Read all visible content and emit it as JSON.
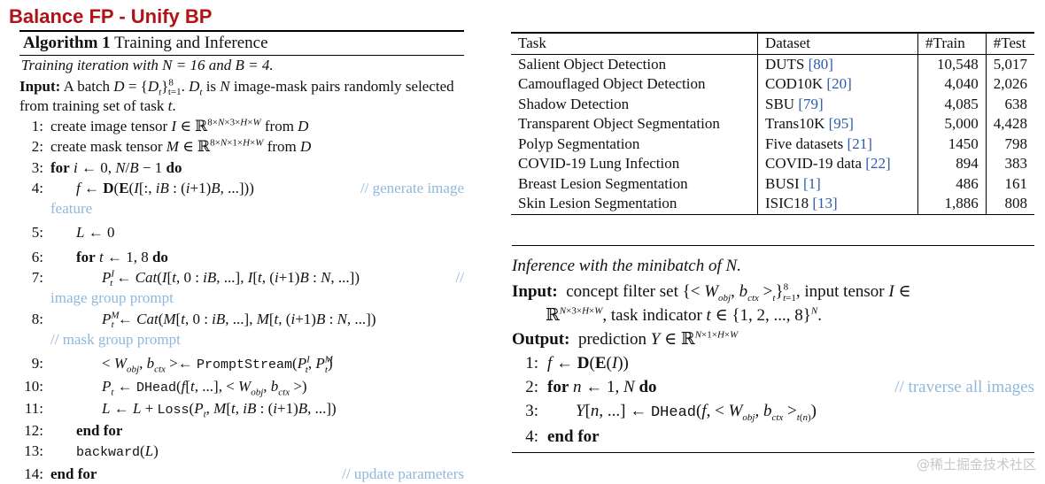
{
  "slide_title": "Balance FP - Unify BP",
  "algorithm": {
    "label": "Algorithm 1",
    "name": "Training and Inference",
    "subtitle": "Training iteration with N = 16 and B = 4.",
    "input_label": "Input:",
    "input_text": "A batch D = {D_t}_{t=1}^8. D_t is N image-mask pairs randomly selected from training set of task t.",
    "steps": [
      {
        "n": "1:",
        "text": "create image tensor I ∈ ℝ^{8×N×3×H×W} from D"
      },
      {
        "n": "2:",
        "text": "create mask tensor M ∈ ℝ^{8×N×1×H×W} from D"
      },
      {
        "n": "3:",
        "text": "for i ← 0, N/B − 1 do"
      },
      {
        "n": "4:",
        "text": "f ← D(E(I[:, iB : (i+1)B, ...]))",
        "comment": "// generate image feature"
      },
      {
        "n": "5:",
        "text": "L ← 0"
      },
      {
        "n": "6:",
        "text": "for t ← 1, 8 do"
      },
      {
        "n": "7:",
        "text": "P_t^I ← Cat(I[t, 0 : iB, ...], I[t, (i+1)B : N, ...])",
        "comment": "// image group prompt"
      },
      {
        "n": "8:",
        "text": "P_t^M ← Cat(M[t, 0 : iB, ...], M[t, (i+1)B : N, ...])",
        "comment": "// mask group prompt"
      },
      {
        "n": "9:",
        "text": "< W_obj, b_ctx > ← PromptStream(P_t^I, P_t^M)"
      },
      {
        "n": "10:",
        "text": "P_t ← DHead(f[t, ...], < W_obj, b_ctx >)"
      },
      {
        "n": "11:",
        "text": "L ← L + Loss(P_t, M[t, iB : (i+1)B, ...])"
      },
      {
        "n": "12:",
        "text": "end for"
      },
      {
        "n": "13:",
        "text": "backward(L)"
      },
      {
        "n": "14:",
        "text": "end for",
        "comment": "// update parameters"
      }
    ]
  },
  "table": {
    "headers": [
      "Task",
      "Dataset",
      "#Train",
      "#Test"
    ],
    "rows": [
      {
        "task": "Salient Object Detection",
        "dataset": "DUTS",
        "ref": "[80]",
        "train": "10,548",
        "test": "5,017"
      },
      {
        "task": "Camouflaged Object Detection",
        "dataset": "COD10K",
        "ref": "[20]",
        "train": "4,040",
        "test": "2,026"
      },
      {
        "task": "Shadow Detection",
        "dataset": "SBU",
        "ref": "[79]",
        "train": "4,085",
        "test": "638"
      },
      {
        "task": "Transparent Object Segmentation",
        "dataset": "Trans10K",
        "ref": "[95]",
        "train": "5,000",
        "test": "4,428"
      },
      {
        "task": "Polyp Segmentation",
        "dataset": "Five datasets",
        "ref": "[21]",
        "train": "1450",
        "test": "798"
      },
      {
        "task": "COVID-19 Lung Infection",
        "dataset": "COVID-19 data",
        "ref": "[22]",
        "train": "894",
        "test": "383"
      },
      {
        "task": "Breast Lesion Segmentation",
        "dataset": "BUSI",
        "ref": "[1]",
        "train": "486",
        "test": "161"
      },
      {
        "task": "Skin Lesion Segmentation",
        "dataset": "ISIC18",
        "ref": "[13]",
        "train": "1,886",
        "test": "808"
      }
    ]
  },
  "inference": {
    "title": "Inference with the minibatch of N.",
    "input_label": "Input:",
    "input_text": "concept filter set {< W_obj, b_ctx >_t}_{t=1}^8, input tensor I ∈ ℝ^{N×3×H×W}, task indicator t ∈ {1, 2, ..., 8}^N.",
    "output_label": "Output:",
    "output_text": "prediction Y ∈ ℝ^{N×1×H×W}",
    "steps": [
      {
        "n": "1:",
        "text": "f ← D(E(I))"
      },
      {
        "n": "2:",
        "text": "for n ← 1, N do",
        "comment": "// traverse all images"
      },
      {
        "n": "3:",
        "text": "Y[n, ...] ← DHead(f, < W_obj, b_ctx >_t(n))"
      },
      {
        "n": "4:",
        "text": "end for"
      }
    ]
  },
  "watermark": "@稀土掘金技术社区"
}
